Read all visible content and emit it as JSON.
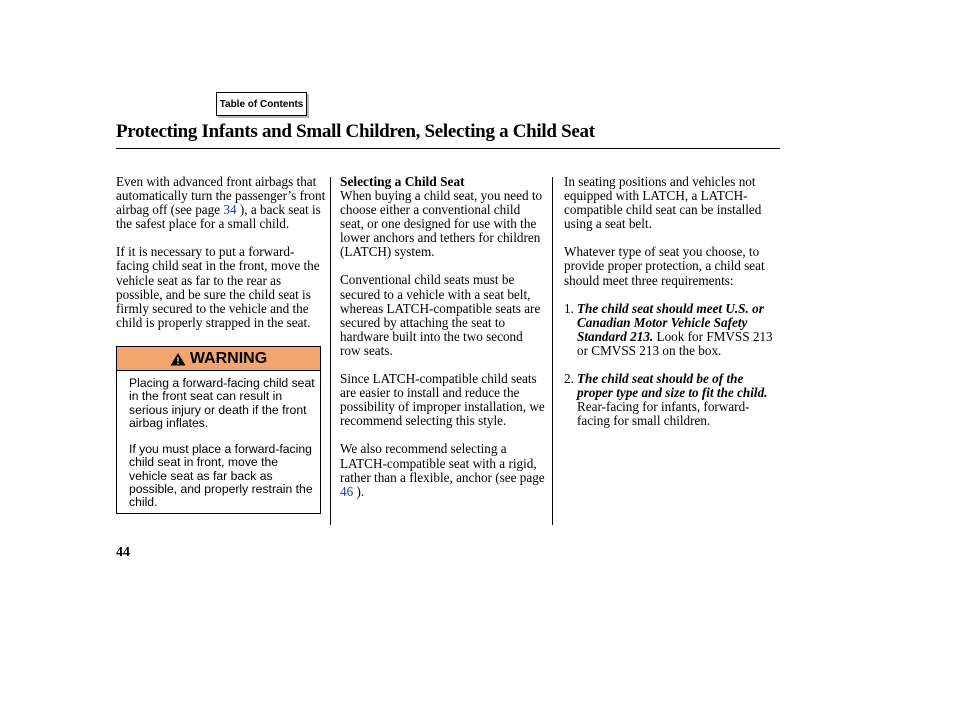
{
  "toc_button": "Table of Contents",
  "title": "Protecting Infants and Small Children, Selecting a Child Seat",
  "col1": {
    "p1_a": "Even with advanced front airbags that automatically turn the passenger’s front airbag off (see page ",
    "p1_link": "34",
    "p1_b": " ), a back seat is the safest place for a small child.",
    "p2": "If it is necessary to put a forward-facing child seat in the front, move the vehicle seat as far to the rear as possible, and be sure the child seat is firmly secured to the vehicle and the child is properly strapped in the seat."
  },
  "warning": {
    "label": "WARNING",
    "p1": "Placing a forward-facing child seat in the front seat can result in serious injury or death if the front airbag inflates.",
    "p2": "If you must place a forward-facing child seat in front, move the vehicle seat as far back as possible, and properly restrain the child."
  },
  "col2": {
    "heading": "Selecting a Child Seat",
    "p1": "When buying a child seat, you need to choose either a conventional child seat, or one designed for use with the lower anchors and tethers for children (LATCH) system.",
    "p2": "Conventional child seats must be secured to a vehicle with a seat belt, whereas LATCH-compatible seats are secured by attaching the seat to hardware built into the two second row seats.",
    "p3": "Since LATCH-compatible child seats are easier to install and reduce the possibility of improper installation, we recommend selecting this style.",
    "p4_a": "We also recommend selecting a LATCH-compatible seat with a rigid, rather than a flexible, anchor (see page ",
    "p4_link": "46",
    "p4_b": " )."
  },
  "col3": {
    "p1": "In seating positions and vehicles not equipped with LATCH, a LATCH-compatible child seat can be installed using a seat belt.",
    "p2": "Whatever type of seat you choose, to provide proper protection, a child seat should meet three requirements:",
    "items": [
      {
        "num": "1.",
        "bold": "The child seat should meet U.S. or Canadian Motor Vehicle Safety Standard 213.",
        "rest": " Look for FMVSS 213 or CMVSS 213 on the box."
      },
      {
        "num": "2.",
        "bold": "The child seat should be of the proper type and size to fit the child.",
        "rest": "Rear-facing for infants, forward-facing for small children."
      }
    ]
  },
  "page_number": "44"
}
